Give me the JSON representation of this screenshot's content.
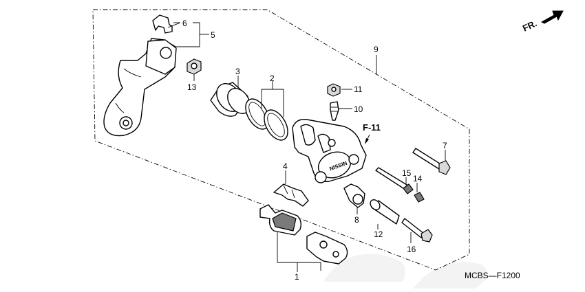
{
  "labels": {
    "p1": "1",
    "p2": "2",
    "p3": "3",
    "p4": "4",
    "p5": "5",
    "p6": "6",
    "p7": "7",
    "p8": "8",
    "p9": "9",
    "p10": "10",
    "p11": "11",
    "p12": "12",
    "p13": "13",
    "p14": "14",
    "p15": "15",
    "p16": "16"
  },
  "front_marker": "FR.",
  "ref_marker": "F-11",
  "caliper_logo": "NISSIN",
  "diagram_code": "MCBS—F1200",
  "colors": {
    "line": "#000000",
    "fill": "#ffffff",
    "shade": "#d9d9d9",
    "dark": "#7a7a7a"
  }
}
